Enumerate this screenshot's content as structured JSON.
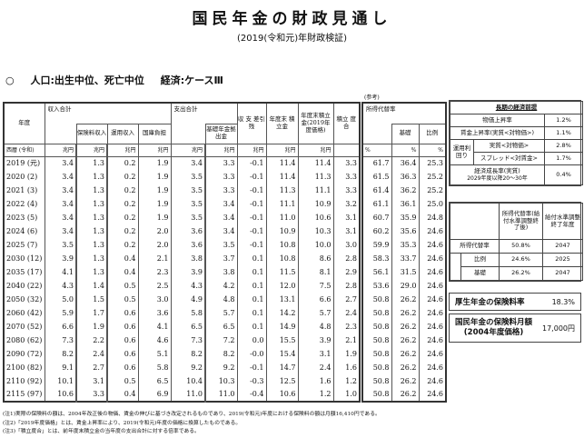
{
  "title": "国民年金の財政見通し",
  "subtitle": "(2019(令和元)年財政検証)",
  "assumption": {
    "bullet": "○",
    "population": "人口:出生中位、死亡中位",
    "economy": "経済:ケースⅢ"
  },
  "reference_label": "(参考)",
  "table": {
    "headers": {
      "year": "年度",
      "income_total": "収入合計",
      "premium": "保険料収入",
      "investment": "運用収入",
      "treasury": "国庫負担",
      "expense_total": "支出合計",
      "basic_contrib": "基礎年金拠出金",
      "balance": "収 支 差引残",
      "reserve": "年度末 積立金",
      "reserve_2019": "年度末積立金(2019年度価格)",
      "reserve_ratio": "積立 度合",
      "replacement": "所得代替率",
      "basic": "基礎",
      "proportional": "比例"
    },
    "units": {
      "year": "西暦 (令和)",
      "trillion": "兆円",
      "percent": "%"
    },
    "rows": [
      [
        "2019 (元)",
        "3.4",
        "1.3",
        "0.2",
        "1.9",
        "3.4",
        "3.3",
        "-0.1",
        "11.4",
        "11.4",
        "3.3",
        "61.7",
        "36.4",
        "25.3"
      ],
      [
        "2020 (2)",
        "3.4",
        "1.3",
        "0.2",
        "1.9",
        "3.5",
        "3.3",
        "-0.1",
        "11.4",
        "11.3",
        "3.3",
        "61.5",
        "36.3",
        "25.2"
      ],
      [
        "2021 (3)",
        "3.4",
        "1.3",
        "0.2",
        "1.9",
        "3.5",
        "3.3",
        "-0.1",
        "11.3",
        "11.1",
        "3.3",
        "61.4",
        "36.2",
        "25.2"
      ],
      [
        "2022 (4)",
        "3.4",
        "1.3",
        "0.2",
        "1.9",
        "3.5",
        "3.4",
        "-0.1",
        "11.1",
        "10.9",
        "3.2",
        "61.1",
        "36.1",
        "25.0"
      ],
      [
        "2023 (5)",
        "3.4",
        "1.3",
        "0.2",
        "1.9",
        "3.5",
        "3.4",
        "-0.1",
        "11.0",
        "10.6",
        "3.1",
        "60.7",
        "35.9",
        "24.8"
      ],
      [
        "2024 (6)",
        "3.4",
        "1.3",
        "0.2",
        "2.0",
        "3.6",
        "3.4",
        "-0.1",
        "10.9",
        "10.3",
        "3.1",
        "60.2",
        "35.6",
        "24.6"
      ],
      [
        "2025 (7)",
        "3.5",
        "1.3",
        "0.2",
        "2.0",
        "3.6",
        "3.5",
        "-0.1",
        "10.8",
        "10.0",
        "3.0",
        "59.9",
        "35.3",
        "24.6"
      ],
      [
        "2030 (12)",
        "3.9",
        "1.3",
        "0.4",
        "2.1",
        "3.8",
        "3.7",
        "0.1",
        "10.8",
        "8.6",
        "2.8",
        "58.3",
        "33.7",
        "24.6"
      ],
      [
        "2035 (17)",
        "4.1",
        "1.3",
        "0.4",
        "2.3",
        "3.9",
        "3.8",
        "0.1",
        "11.5",
        "8.1",
        "2.9",
        "56.1",
        "31.5",
        "24.6"
      ],
      [
        "2040 (22)",
        "4.3",
        "1.4",
        "0.5",
        "2.5",
        "4.3",
        "4.2",
        "0.1",
        "12.0",
        "7.5",
        "2.8",
        "53.6",
        "29.0",
        "24.6"
      ],
      [
        "2050 (32)",
        "5.0",
        "1.5",
        "0.5",
        "3.0",
        "4.9",
        "4.8",
        "0.1",
        "13.1",
        "6.6",
        "2.7",
        "50.8",
        "26.2",
        "24.6"
      ],
      [
        "2060 (42)",
        "5.9",
        "1.7",
        "0.6",
        "3.6",
        "5.8",
        "5.7",
        "0.1",
        "14.2",
        "5.7",
        "2.4",
        "50.8",
        "26.2",
        "24.6"
      ],
      [
        "2070 (52)",
        "6.6",
        "1.9",
        "0.6",
        "4.1",
        "6.5",
        "6.5",
        "0.1",
        "14.9",
        "4.8",
        "2.3",
        "50.8",
        "26.2",
        "24.6"
      ],
      [
        "2080 (62)",
        "7.3",
        "2.2",
        "0.6",
        "4.6",
        "7.3",
        "7.2",
        "0.0",
        "15.5",
        "3.9",
        "2.1",
        "50.8",
        "26.2",
        "24.6"
      ],
      [
        "2090 (72)",
        "8.2",
        "2.4",
        "0.6",
        "5.1",
        "8.2",
        "8.2",
        "-0.0",
        "15.4",
        "3.1",
        "1.9",
        "50.8",
        "26.2",
        "24.6"
      ],
      [
        "2100 (82)",
        "9.1",
        "2.7",
        "0.6",
        "5.8",
        "9.2",
        "9.2",
        "-0.1",
        "14.7",
        "2.4",
        "1.6",
        "50.8",
        "26.2",
        "24.6"
      ],
      [
        "2110 (92)",
        "10.1",
        "3.1",
        "0.5",
        "6.5",
        "10.4",
        "10.3",
        "-0.3",
        "12.5",
        "1.6",
        "1.2",
        "50.8",
        "26.2",
        "24.6"
      ],
      [
        "2115 (97)",
        "10.6",
        "3.3",
        "0.4",
        "6.9",
        "11.0",
        "11.0",
        "-0.4",
        "10.6",
        "1.2",
        "1.0",
        "50.8",
        "26.2",
        "24.6"
      ]
    ]
  },
  "notes": [
    "(注1)実際の保険料の額は、2004年改正後の物価、賃金の伸びに基づき改定されるものであり、2019(令和元)年度における保険料の額は月額16,410円である。",
    "(注2)「2019年度価格」とは、賃金上昇率により、2019(令和元)年度の価格に換算したものである。",
    "(注3)「積立度合」とは、前年度末積立金の当年度の支出合計に対する倍率である。"
  ],
  "economy": {
    "title": "長期の経済前提",
    "price_label": "物価上昇率",
    "price": "1.2%",
    "wage_label": "賃金上昇率(実質<対物価>)",
    "wage": "1.1%",
    "yield_label": "運用利回り",
    "real_label": "実質<対物価>",
    "real": "2.8%",
    "spread_label": "スプレッド<対賃金>",
    "spread": "1.7%",
    "growth_label": "経済成長率(実質)",
    "growth_sub": "2029年度以降20～30年",
    "growth": "0.4%"
  },
  "replacement": {
    "col1": "所得代替率(給付水準調整終了後)",
    "col2": "給付水準調整終了年度",
    "total_label": "所得代替率",
    "total": "50.8%",
    "total_year": "2047",
    "prop_label": "比例",
    "prop": "24.6%",
    "prop_year": "2025",
    "basic_label": "基礎",
    "basic": "26.2%",
    "basic_year": "2047"
  },
  "kosei": {
    "label": "厚生年金の保険料率",
    "value": "18.3%"
  },
  "kokumin": {
    "label": "国民年金の保険料月額",
    "sub": "(2004年度価格)",
    "value": "17,000円"
  }
}
